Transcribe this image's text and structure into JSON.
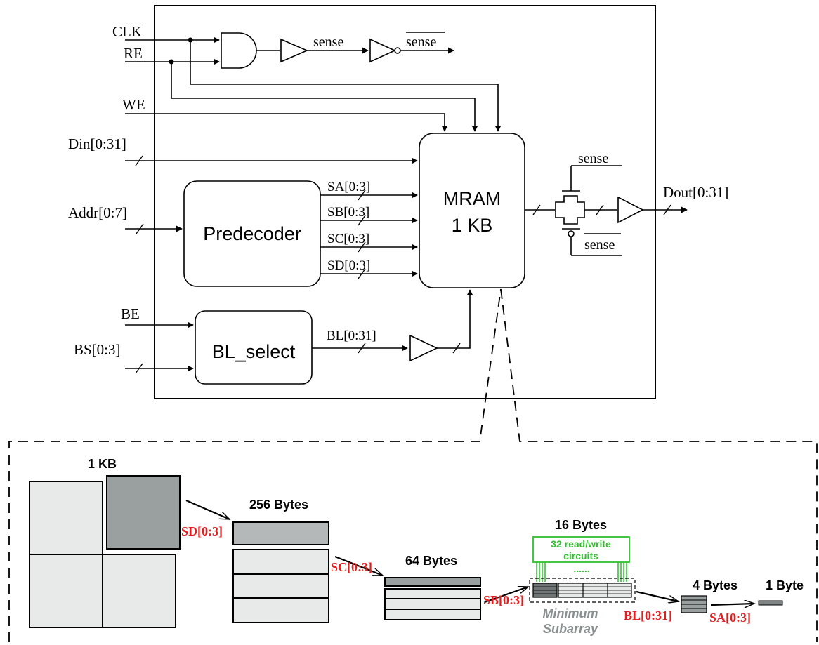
{
  "signals": {
    "clk": "CLK",
    "re": "RE",
    "we": "WE",
    "din": "Din[0:31]",
    "addr": "Addr[0:7]",
    "be": "BE",
    "bs": "BS[0:3]",
    "dout": "Dout[0:31]",
    "sense": "sense",
    "sense_bar": "sense",
    "sa": "SA[0:3]",
    "sb": "SB[0:3]",
    "sc": "SC[0:3]",
    "sd": "SD[0:3]",
    "bl": "BL[0:31]"
  },
  "blocks": {
    "mram_line1": "MRAM",
    "mram_line2": "1 KB",
    "predecoder": "Predecoder",
    "bl_select": "BL_select"
  },
  "hierarchy": {
    "level_1kb": "1 KB",
    "level_256": "256 Bytes",
    "level_64": "64 Bytes",
    "level_16": "16 Bytes",
    "level_4": "4 Bytes",
    "level_1": "1 Byte",
    "rw_line1": "32 read/write",
    "rw_line2": "circuits",
    "dots": "......",
    "subarray_line1": "Minimum",
    "subarray_line2": "Subarray",
    "sd": "SD[0:3]",
    "sc": "SC[0:3]",
    "sb": "SB[0:3]",
    "bl": "BL[0:31]",
    "sa": "SA[0:3]"
  },
  "colors": {
    "select_red": "#e02020",
    "rw_green": "#2fbf2f",
    "selected_gray": "#9aa0a0",
    "light_gray": "#e8eaea",
    "label_gray": "#8a9090"
  }
}
